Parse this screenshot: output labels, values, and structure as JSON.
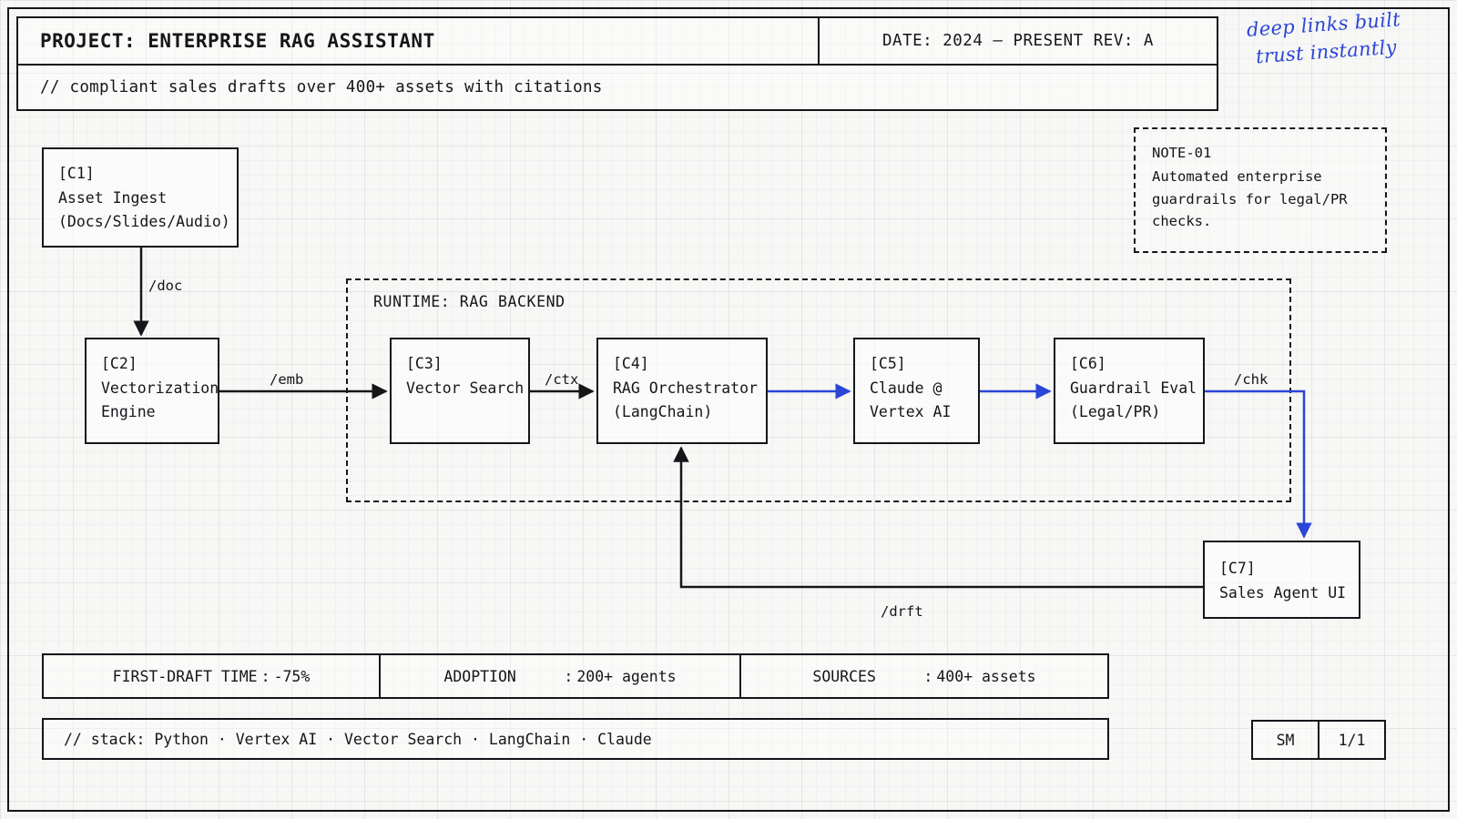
{
  "title_block": {
    "project": "PROJECT: ENTERPRISE RAG ASSISTANT",
    "date_rev": "DATE: 2024 — PRESENT  REV: A",
    "subtitle": "// compliant sales drafts over 400+ assets with citations"
  },
  "annotation": {
    "line1": "deep links built",
    "line2": "trust instantly",
    "color": "#2b45d6"
  },
  "note": {
    "id": "NOTE-01",
    "line1": "Automated enterprise",
    "line2": "guardrails for legal/PR",
    "line3": "checks."
  },
  "runtime": {
    "label": "RUNTIME: RAG BACKEND"
  },
  "components": [
    {
      "id": "[C1]",
      "line1": "Asset Ingest",
      "line2": "(Docs/Slides/Audio)"
    },
    {
      "id": "[C2]",
      "line1": "Vectorization",
      "line2": "Engine"
    },
    {
      "id": "[C3]",
      "line1": "Vector Search",
      "line2": ""
    },
    {
      "id": "[C4]",
      "line1": "RAG Orchestrator",
      "line2": "(LangChain)"
    },
    {
      "id": "[C5]",
      "line1": "Claude @",
      "line2": "Vertex AI"
    },
    {
      "id": "[C6]",
      "line1": "Guardrail Eval",
      "line2": "(Legal/PR)"
    },
    {
      "id": "[C7]",
      "line1": "Sales Agent UI",
      "line2": ""
    }
  ],
  "edges": [
    {
      "label": "/doc",
      "from": "[C1]",
      "to": "[C2]",
      "color": "#14161a"
    },
    {
      "label": "/emb",
      "from": "[C2]",
      "to": "[C3]",
      "color": "#14161a"
    },
    {
      "label": "/ctx",
      "from": "[C3]",
      "to": "[C4]",
      "color": "#14161a"
    },
    {
      "label": "",
      "from": "[C4]",
      "to": "[C5]",
      "color": "#2b45d6"
    },
    {
      "label": "",
      "from": "[C5]",
      "to": "[C6]",
      "color": "#2b45d6"
    },
    {
      "label": "/chk",
      "from": "[C6]",
      "to": "[C7]",
      "color": "#2b45d6"
    },
    {
      "label": "/drft",
      "from": "[C7]",
      "to": "[C4]",
      "color": "#14161a"
    }
  ],
  "metrics": [
    {
      "key": "FIRST-DRAFT TIME",
      "sep": ":",
      "value": "-75%"
    },
    {
      "key": "ADOPTION",
      "sep": ":",
      "value": "200+ agents"
    },
    {
      "key": "SOURCES",
      "sep": ":",
      "value": "400+ assets"
    }
  ],
  "stack": {
    "text": "// stack:  Python · Vertex AI · Vector Search · LangChain · Claude"
  },
  "page_stamp": {
    "initials": "SM",
    "page": "1/1"
  },
  "colors": {
    "ink": "#14161a",
    "accent_blue": "#2b45d6",
    "paper": "#f7f7f5"
  }
}
